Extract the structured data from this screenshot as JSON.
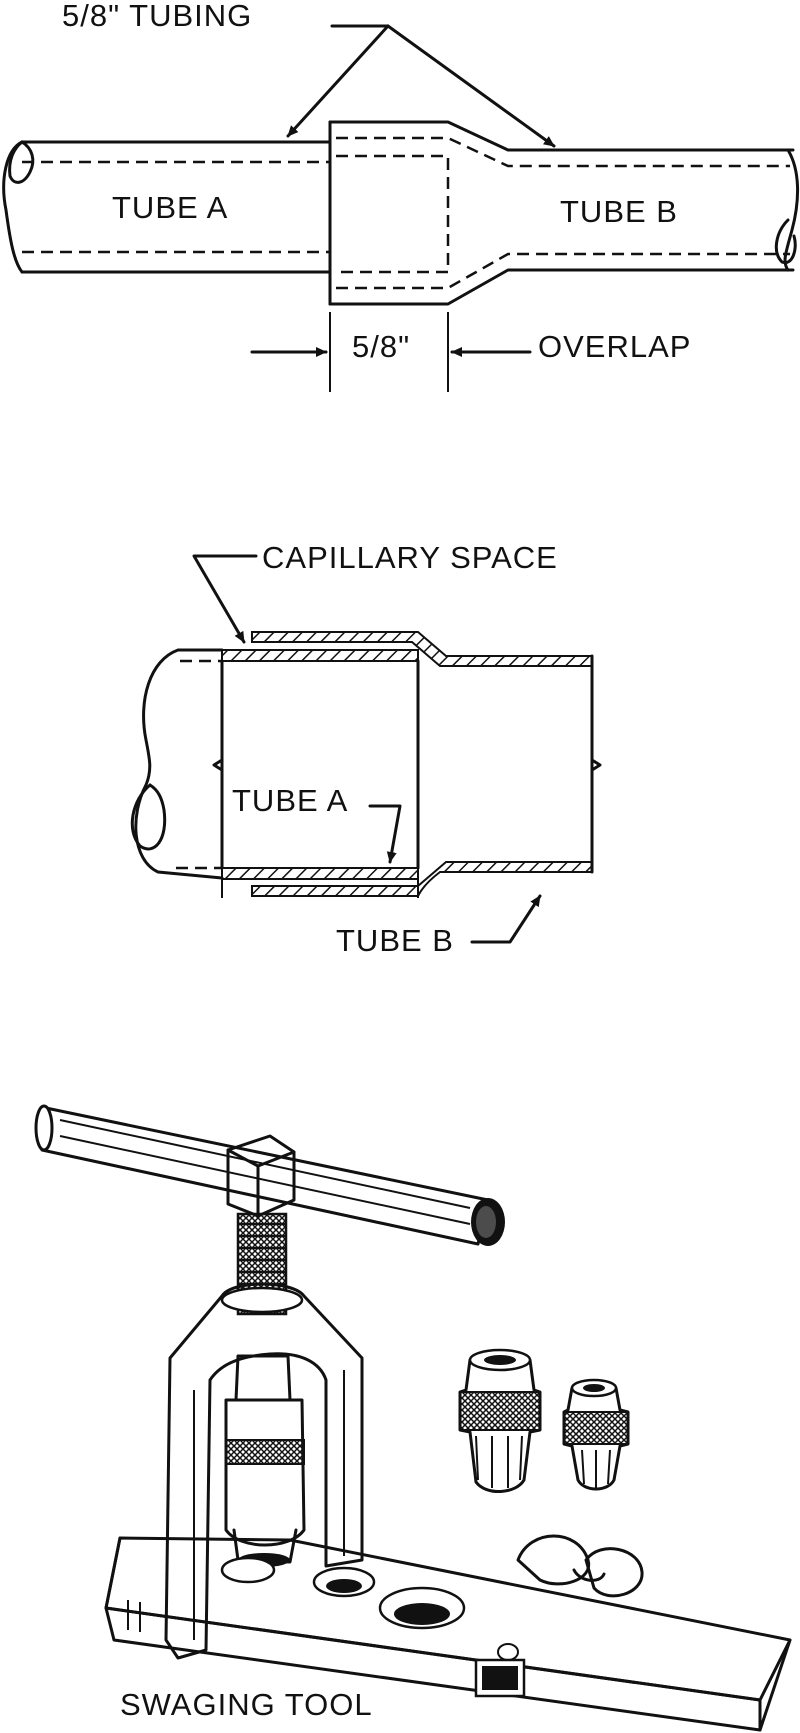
{
  "figure1": {
    "tubing_label": "5/8\" TUBING",
    "tube_a": "TUBE A",
    "tube_b": "TUBE B",
    "dimension": "5/8\"",
    "overlap": "OVERLAP"
  },
  "figure2": {
    "capillary_label": "CAPILLARY SPACE",
    "tube_a": "TUBE A",
    "tube_b": "TUBE B"
  },
  "figure3": {
    "caption": "SWAGING TOOL"
  }
}
